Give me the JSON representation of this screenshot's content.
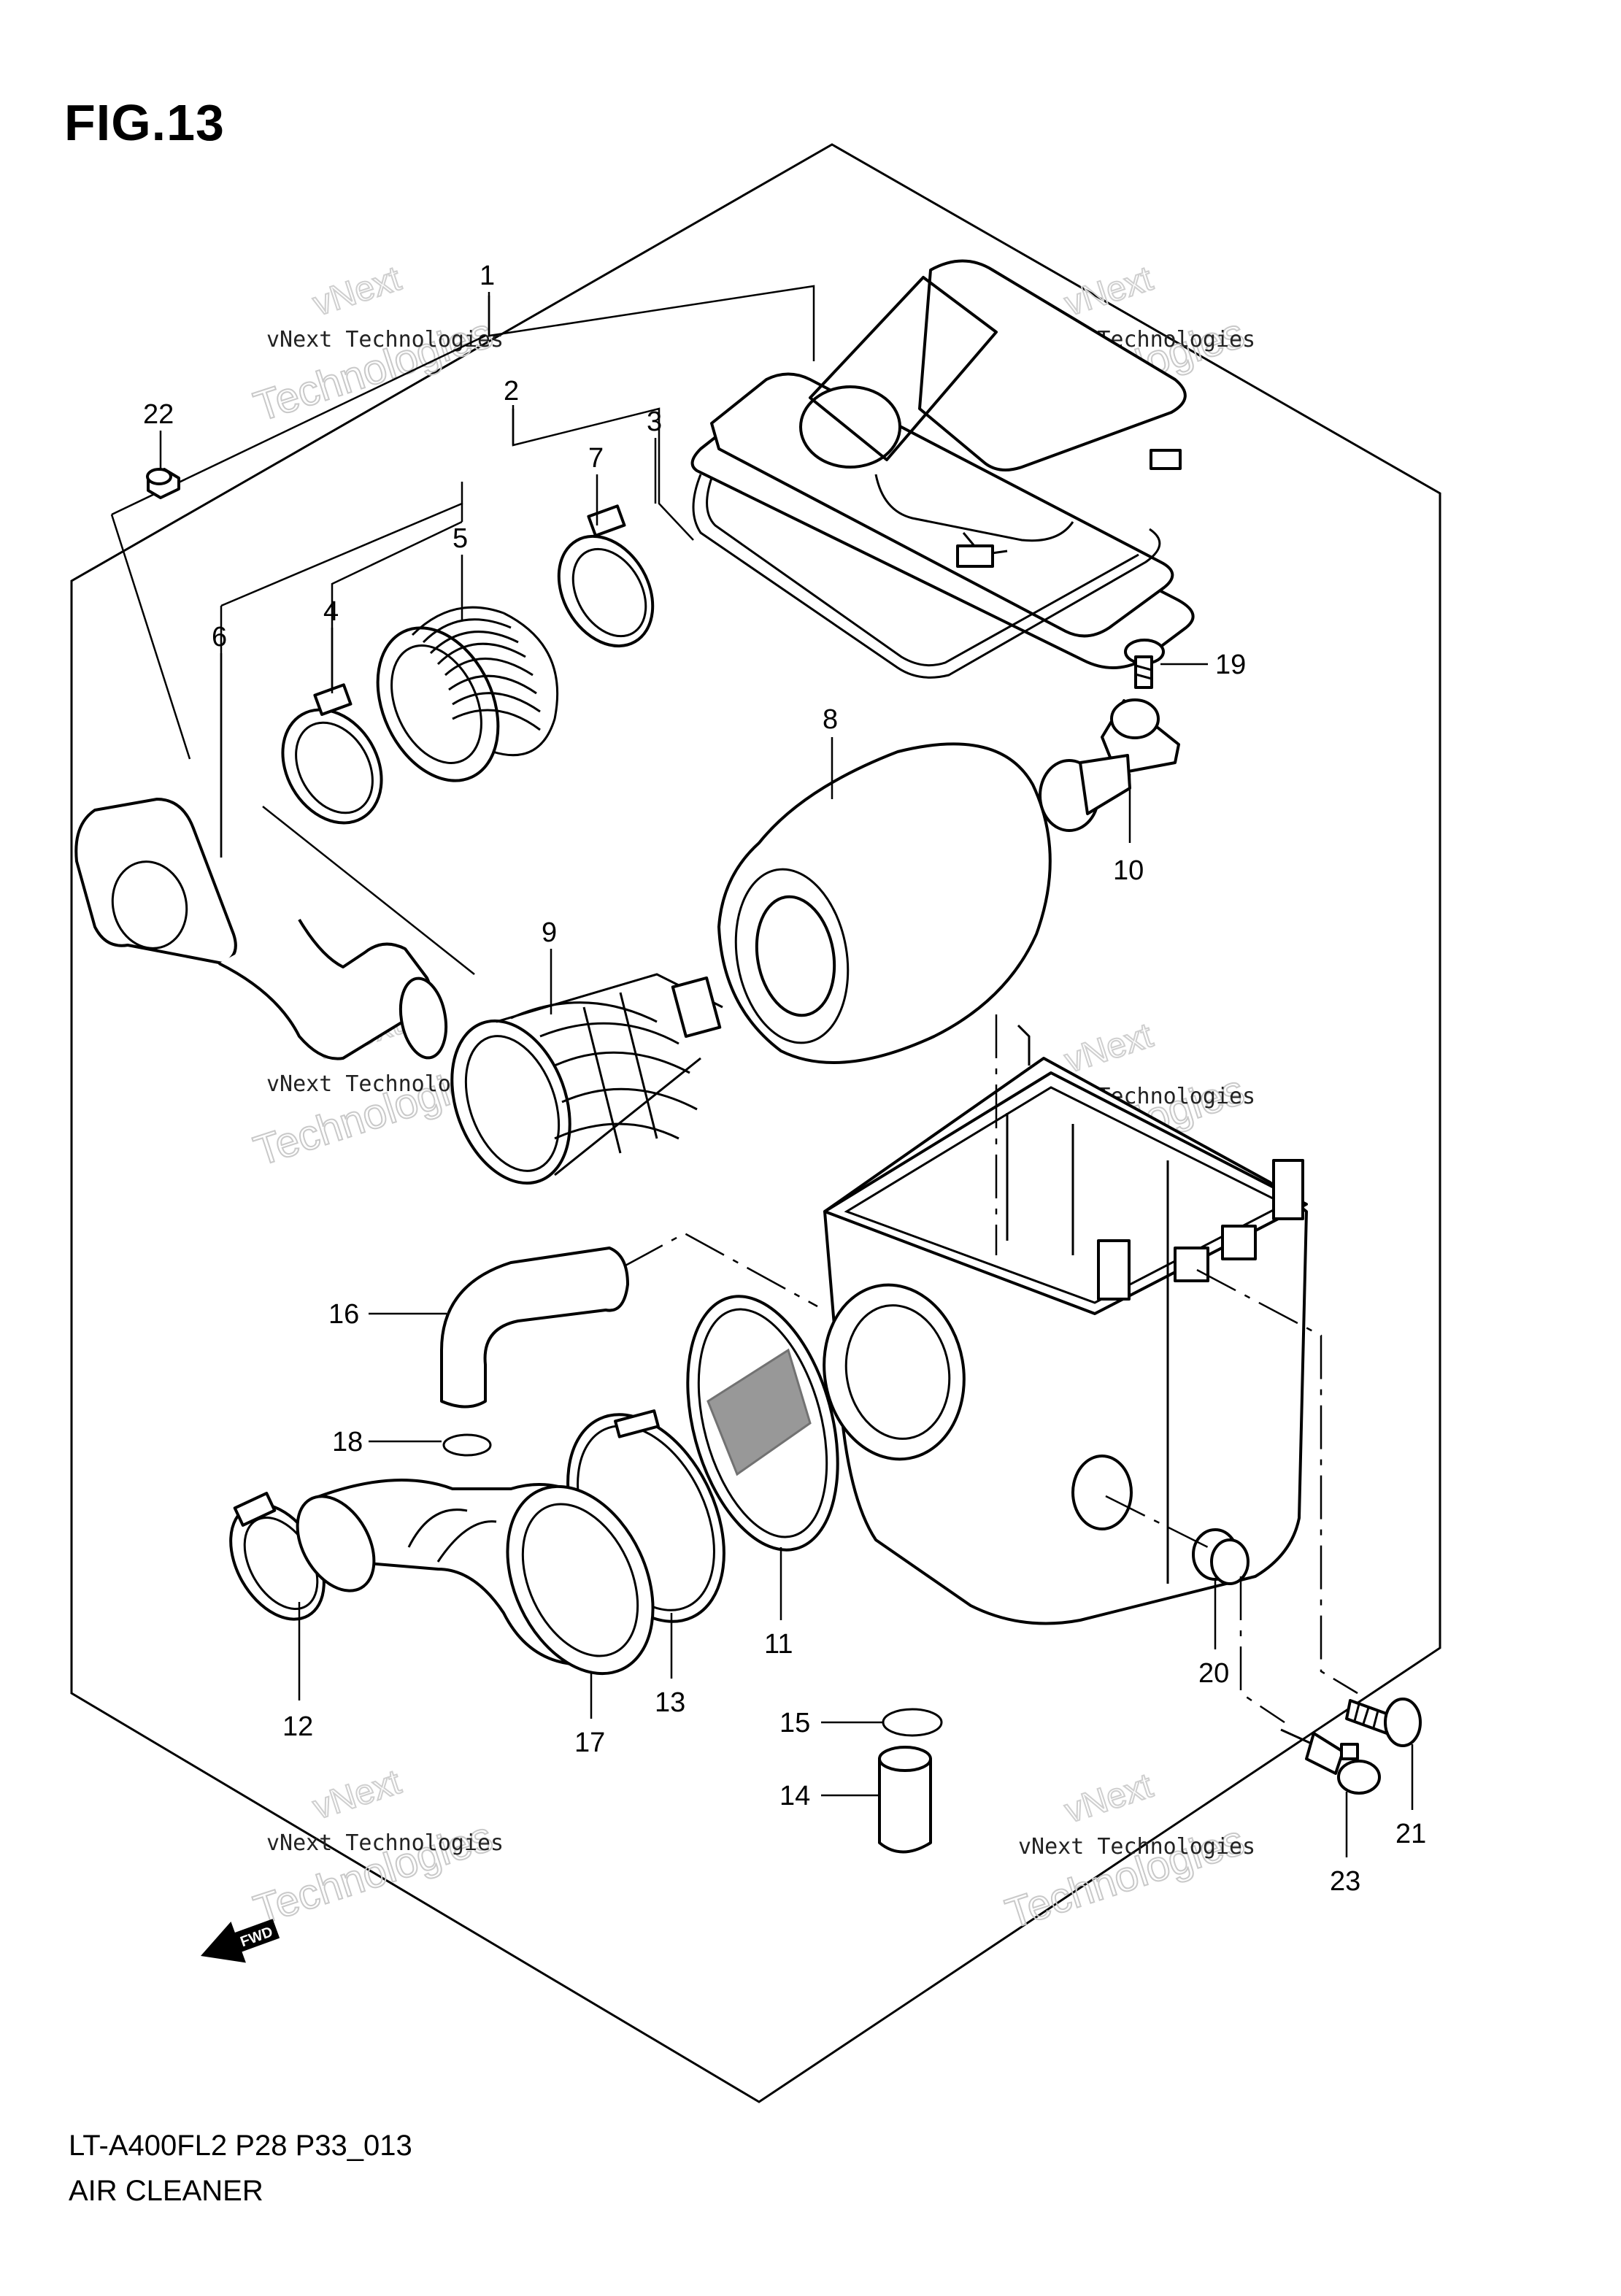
{
  "figure": {
    "title": "FIG.13",
    "model_code": "LT-A400FL2 P28 P33_013",
    "caption": "AIR CLEANER"
  },
  "fwd_label": "FWD",
  "watermark": {
    "line1": "vNext Technologies",
    "line2": "Technologies",
    "line3": "vNext"
  },
  "callouts": [
    {
      "id": "1",
      "label": "1"
    },
    {
      "id": "2",
      "label": "2"
    },
    {
      "id": "3",
      "label": "3"
    },
    {
      "id": "4",
      "label": "4"
    },
    {
      "id": "5",
      "label": "5"
    },
    {
      "id": "6",
      "label": "6"
    },
    {
      "id": "7",
      "label": "7"
    },
    {
      "id": "8",
      "label": "8"
    },
    {
      "id": "9",
      "label": "9"
    },
    {
      "id": "10",
      "label": "10"
    },
    {
      "id": "11",
      "label": "11"
    },
    {
      "id": "12",
      "label": "12"
    },
    {
      "id": "13",
      "label": "13"
    },
    {
      "id": "14",
      "label": "14"
    },
    {
      "id": "15",
      "label": "15"
    },
    {
      "id": "16",
      "label": "16"
    },
    {
      "id": "17",
      "label": "17"
    },
    {
      "id": "18",
      "label": "18"
    },
    {
      "id": "19",
      "label": "19"
    },
    {
      "id": "20",
      "label": "20"
    },
    {
      "id": "21",
      "label": "21"
    },
    {
      "id": "22",
      "label": "22"
    },
    {
      "id": "23",
      "label": "23"
    }
  ]
}
